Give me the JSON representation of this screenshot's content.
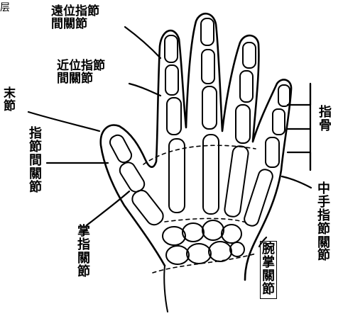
{
  "diagram": {
    "labels": {
      "dip": "遠位指節\n間關節",
      "pip": "近位指節\n間關節",
      "distal_phalanx": "末\n節",
      "interphalangeal": "指節間關節",
      "phalanges": "指骨",
      "mcp_left": "掌指關節",
      "mcp_right": "中手指節關節",
      "carpometacarpal": "腕掌關節"
    },
    "corner_glyph": "层"
  }
}
